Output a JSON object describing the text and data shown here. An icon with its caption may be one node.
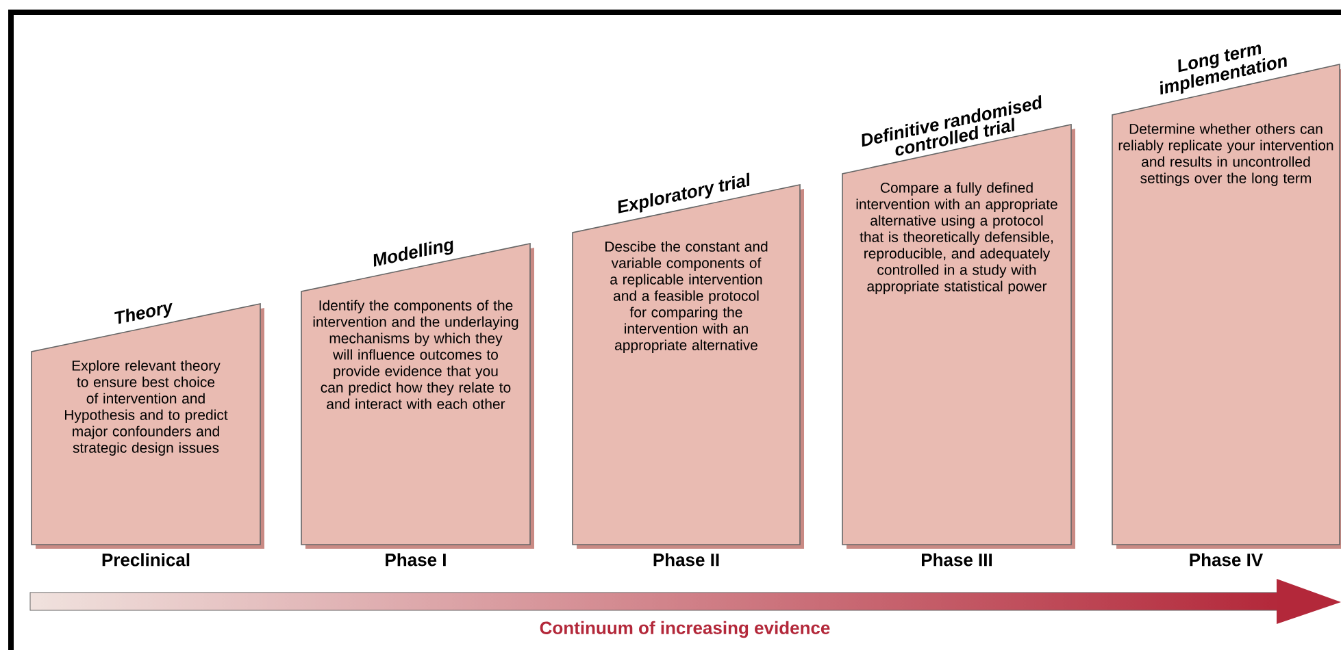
{
  "diagram": {
    "nodes": [
      {
        "text": [
          "Theory",
          "Explore relevant theory to ensure best choice of intervention and Hypothesis and to predict major confounders and strategic design issues"
        ],
        "beside": [
          "Preclinical"
        ]
      },
      {
        "text": [
          "Modelling",
          "Identify the components of the intervention and the underlaying mechanisms by which they will influence outcomes to provide evidence that you can predict how they relate to and interact with each other"
        ],
        "beside": [
          "Phase I"
        ]
      },
      {
        "text": [
          "Exploratory trial",
          "Descibe the constant and variable components of a replicable intervention and a feasible protocol for comparing the intervention with an appropriate alternative"
        ],
        "beside": [
          "Phase II"
        ]
      },
      {
        "text": [
          "Definitive randomised controlled trial",
          "Compare a fully defined intervention with an appropriate alternative using a protocol that is theoretically defensible, reproducible, and adequately controlled in a study with appropriate statistical power"
        ],
        "beside": [
          "Phase III"
        ]
      },
      {
        "text": [
          "Long term implementation",
          "Determine whether others can reliably replicate your intervention and results in uncontrolled settings over the long term"
        ],
        "beside": [
          "Phase IV"
        ]
      }
    ],
    "labels": [
      "Continuum of increasing evidence"
    ]
  }
}
